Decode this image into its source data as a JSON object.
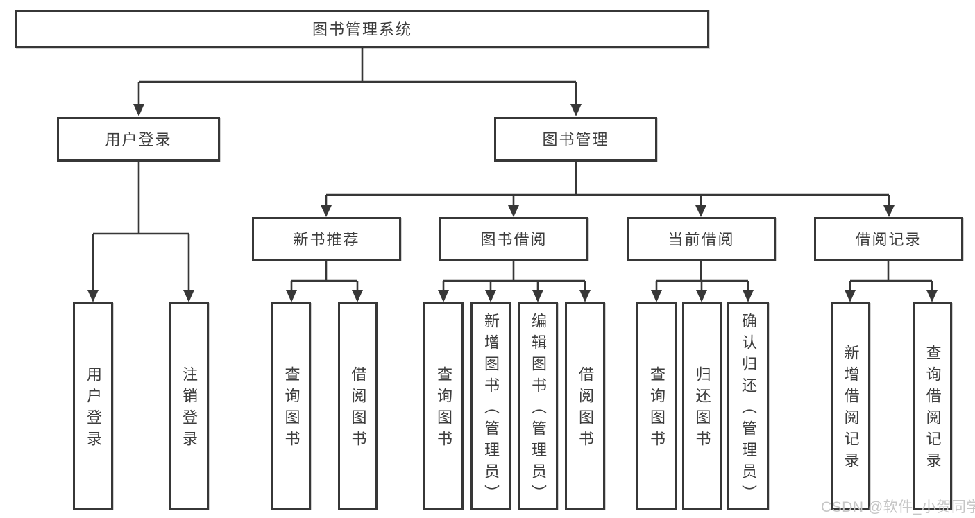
{
  "tree": {
    "label": "图书管理系统",
    "children": [
      {
        "label": "用户登录",
        "children": [
          {
            "label": "用户登录"
          },
          {
            "label": "注销登录"
          }
        ]
      },
      {
        "label": "图书管理",
        "children": [
          {
            "label": "新书推荐",
            "children": [
              {
                "label": "查询图书"
              },
              {
                "label": "借阅图书"
              }
            ]
          },
          {
            "label": "图书借阅",
            "children": [
              {
                "label": "查询图书"
              },
              {
                "label": "新增图书（管理员）"
              },
              {
                "label": "编辑图书（管理员）"
              },
              {
                "label": "借阅图书"
              }
            ]
          },
          {
            "label": "当前借阅",
            "children": [
              {
                "label": "查询图书"
              },
              {
                "label": "归还图书"
              },
              {
                "label": "确认归还（管理员）"
              }
            ]
          },
          {
            "label": "借阅记录",
            "children": [
              {
                "label": "新增借阅记录"
              },
              {
                "label": "查询借阅记录"
              }
            ]
          }
        ]
      }
    ]
  },
  "watermark": {
    "text": "CSDN @软件_小贺同学"
  },
  "colors": {
    "line": "#373737",
    "box_border": "#373737",
    "text": "#3d3d3d",
    "watermark": "#c6c6c6",
    "background": "#ffffff"
  }
}
